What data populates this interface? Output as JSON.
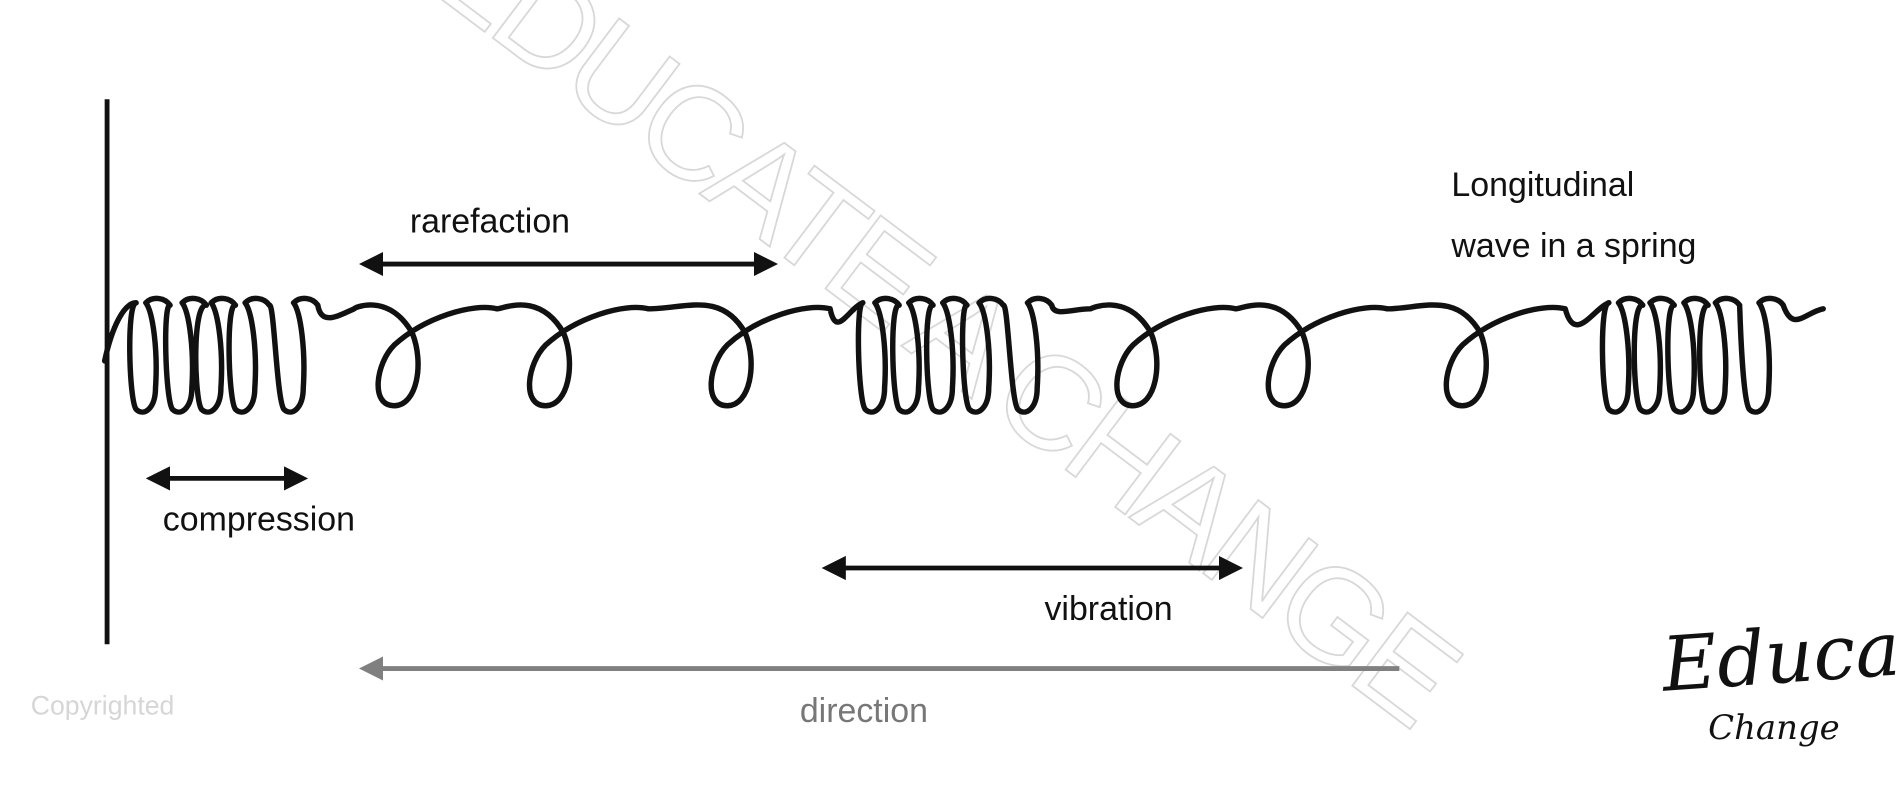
{
  "labels": {
    "rarefaction": "rarefaction",
    "compression": "compression",
    "vibration": "vibration",
    "direction": "direction",
    "title_line1": "Longitudinal",
    "title_line2": "wave in a spring"
  },
  "watermark": "EDUCATE A CHANGE",
  "copyright": "Copyrighted",
  "logo": {
    "line1": "Educate",
    "line2": "Change"
  },
  "colors": {
    "ink": "#111111",
    "direction": "#808080",
    "watermark": "#d8d8d8"
  }
}
